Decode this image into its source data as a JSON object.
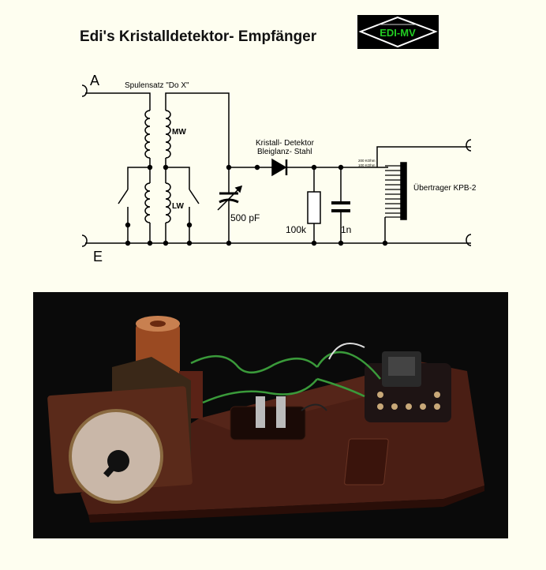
{
  "title": "Edi's Kristalldetektor- Empfänger",
  "logo": {
    "text": "EDI-MV",
    "colors": {
      "bg": "#000000",
      "diamond": "#ffffff",
      "text": "#22cc22"
    }
  },
  "schematic": {
    "terminal_a": "A",
    "terminal_e": "E",
    "coil_set": "Spulensatz \"Do X\"",
    "coil_mw": "MW",
    "coil_lw": "LW",
    "capacitor_variable": "500 pF",
    "detector_line1": "Kristall- Detektor",
    "detector_line2": "Bleiglanz- Stahl",
    "resistor": "100k",
    "capacitor": "1n",
    "tap_upper": "200 KOhm",
    "tap_lower": "100 KOhm",
    "transformer": "Übertrager KPB-2"
  },
  "photo": {
    "icon": "crystal-radio-photo",
    "colors": {
      "background": "#0a0a0a",
      "wood": "#4a1e14",
      "copper": "#9a4a22",
      "wire": "#3a9a3a"
    }
  }
}
